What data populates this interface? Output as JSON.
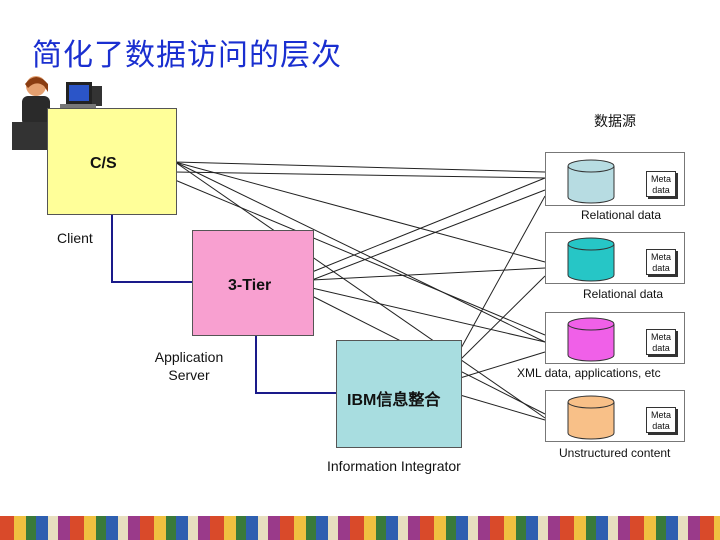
{
  "title": "简化了数据访问的层次",
  "labels": {
    "data_source": "数据源",
    "cs": "C/S",
    "client": "Client",
    "three_tier": "3-Tier",
    "app_server_1": "Application",
    "app_server_2": "Server",
    "ibm": "IBM信息整合",
    "info_integrator": "Information Integrator"
  },
  "sources": [
    {
      "meta1": "Meta",
      "meta2": "data",
      "caption": "Relational data",
      "color": "#b7dce2"
    },
    {
      "meta1": "Meta",
      "meta2": "data",
      "caption": "Relational data",
      "color": "#26c6c6"
    },
    {
      "meta1": "Meta",
      "meta2": "data",
      "caption": "XML data, applications, etc",
      "color": "#f060e8"
    },
    {
      "meta1": "Meta",
      "meta2": "data",
      "caption": "Unstructured content",
      "color": "#f8c088"
    }
  ],
  "colors": {
    "title": "#1a2fd0",
    "cs_box": "#ffff99",
    "three_tier_box": "#f8a0d0",
    "ibm_box": "#a8dde0",
    "connector": "#1a1a8a"
  }
}
